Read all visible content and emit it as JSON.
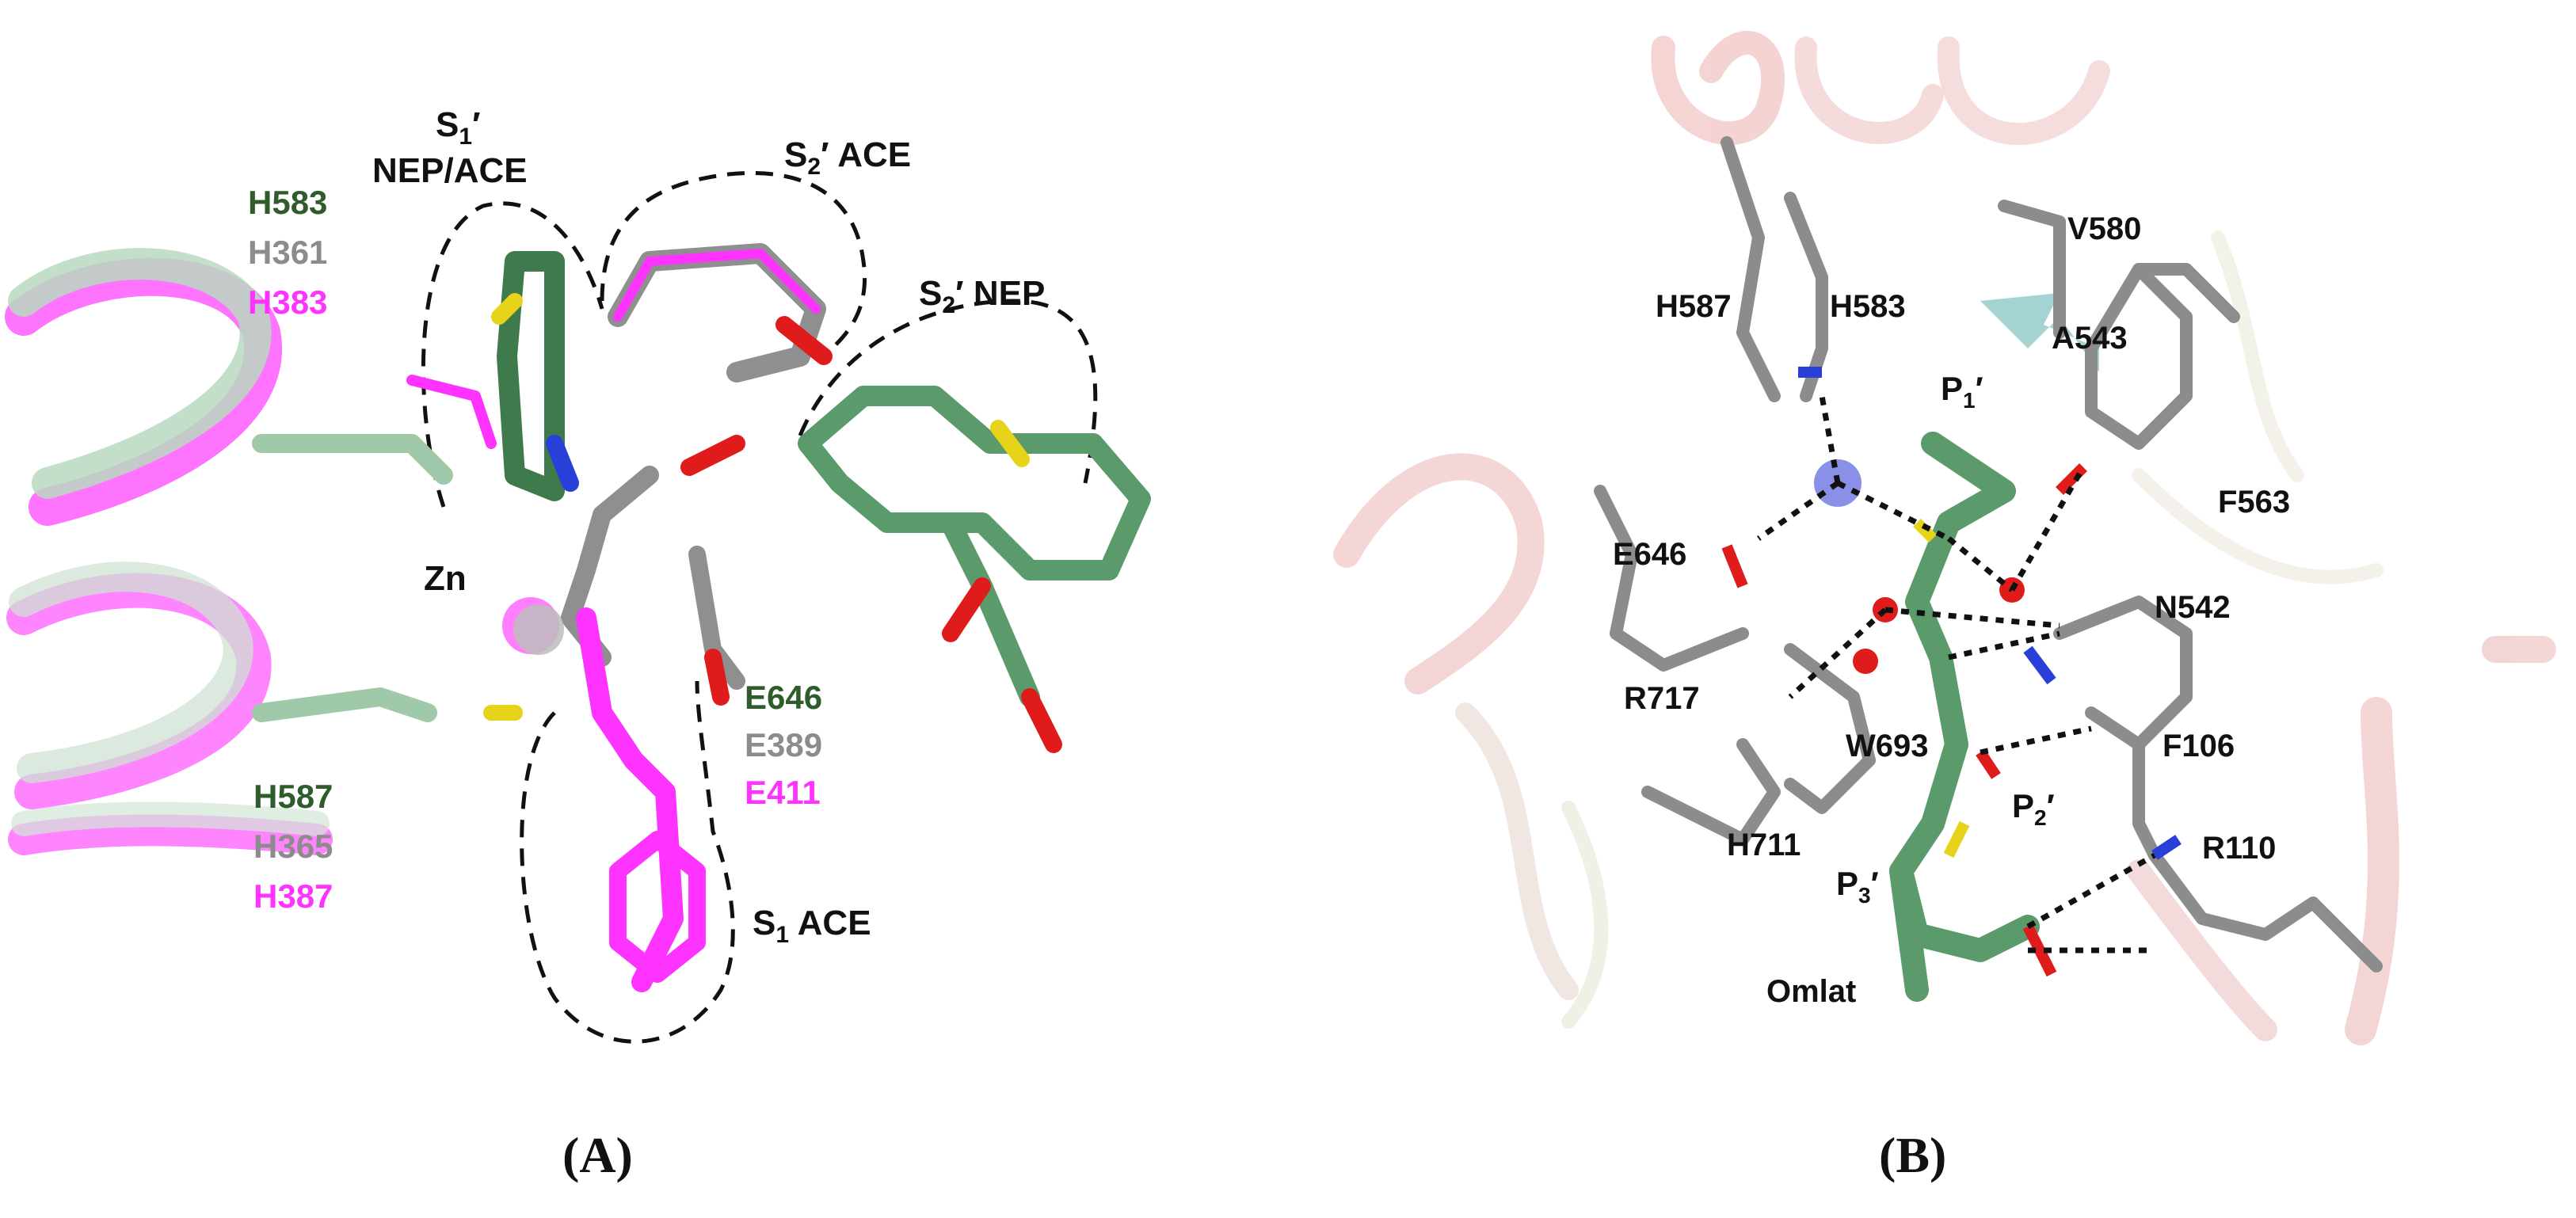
{
  "panels": {
    "A": {
      "panel_label": "(A)",
      "pockets": {
        "s1p": {
          "sub": "1",
          "line2": "NEP/ACE"
        },
        "s2p_ace": {
          "sub": "2",
          "text": "ACE"
        },
        "s2p_nep": {
          "sub": "2",
          "text": "NEP"
        },
        "s1_ace": {
          "sub": "1",
          "text": "ACE"
        }
      },
      "residues_top": [
        "H583",
        "H361",
        "H383"
      ],
      "residues_mid": [
        "E646",
        "E389",
        "E411"
      ],
      "residues_bottom": [
        "H587",
        "H365",
        "H387"
      ],
      "zn": "Zn",
      "colors": {
        "nep": "#2e5d2b",
        "ace_gray": "#8c8c8c",
        "ace_magenta": "#ff33ff"
      }
    },
    "B": {
      "panel_label": "(B)",
      "residues": {
        "h587": "H587",
        "h583": "H583",
        "v580": "V580",
        "a543": "A543",
        "f563": "F563",
        "e646": "E646",
        "n542": "N542",
        "r717": "R717",
        "w693": "W693",
        "f106": "F106",
        "h711": "H711",
        "r110": "R110",
        "omlat": "Omlat"
      },
      "positions": {
        "p1": "1",
        "p2": "2",
        "p3": "3"
      }
    }
  }
}
